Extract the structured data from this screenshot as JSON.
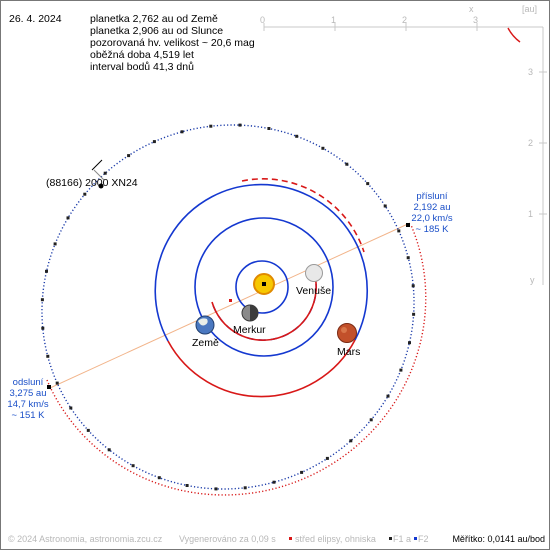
{
  "header": {
    "date": "26. 4. 2024",
    "info_lines": [
      "planetka 2,762 au od Země",
      "planetka 2,906 au od Slunce",
      "pozorovaná hv. velikost ~ 20,6 mag",
      "oběžná doba 4,519 let",
      "interval bodů 41,3 dnů"
    ]
  },
  "asteroid_label": "(88166) 2000 XN24",
  "perihelion": {
    "title": "přísluní",
    "distance": "2,192 au",
    "speed": "22,0 km/s",
    "temp": "~ 185 K"
  },
  "aphelion": {
    "title": "odsluní",
    "distance": "3,275 au",
    "speed": "14,7 km/s",
    "temp": "~ 151 K"
  },
  "planets": {
    "venus": "Venuše",
    "mercury": "Merkur",
    "earth": "Země",
    "mars": "Mars"
  },
  "axes": {
    "unit": "[au]",
    "x_letter": "x",
    "y_letter": "y",
    "x_ticks": [
      "0",
      "1",
      "2",
      "3"
    ],
    "y_ticks": [
      "3",
      "2",
      "1"
    ]
  },
  "footer": {
    "copyright": "© 2024 Astronomia, astronomia.zcu.cz",
    "generated": "Vygenerováno za 0,09 s",
    "legend_center": "střed elipsy, ohniska",
    "legend_f1": "F1 a",
    "legend_f2": "F2",
    "scale": "Měřítko: 0,0141 au/bod"
  },
  "colors": {
    "orbit_blue": "#1438d0",
    "orbit_red": "#d81818",
    "asteroid_orbit": "#1a3aa8",
    "apsis_line": "#f2b48a",
    "sun": "#f7c800",
    "info_text": "#1a4fc8",
    "footer_text": "#b8b8b8"
  }
}
